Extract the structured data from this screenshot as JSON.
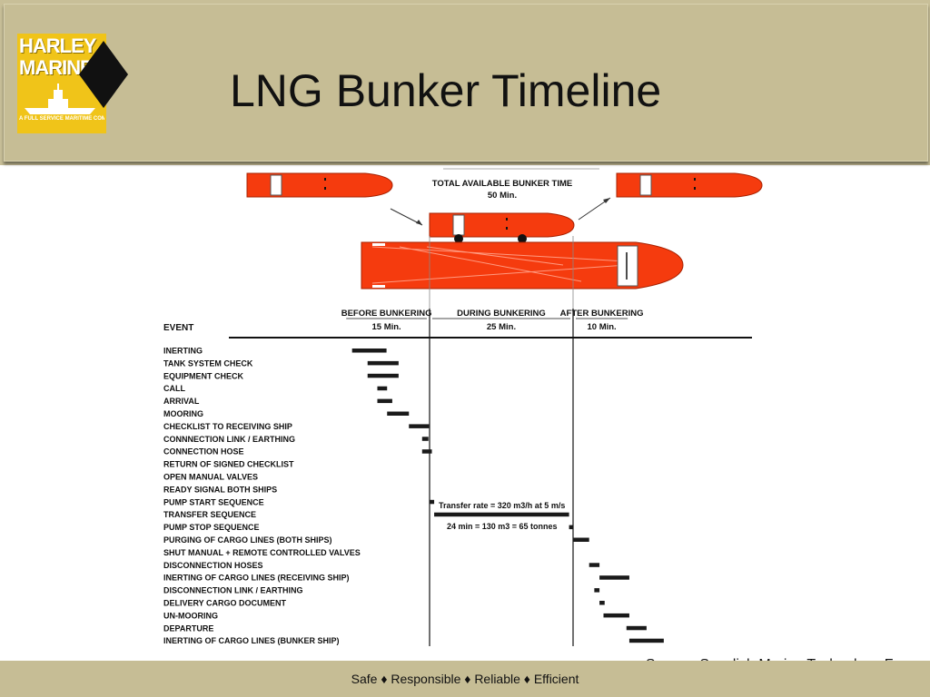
{
  "slide": {
    "title": "LNG Bunker Timeline",
    "source": "Source: Swedish Marine Technology Forum",
    "footer": "Safe ♦ Responsible ♦ Reliable ♦ Efficient"
  },
  "logo": {
    "line1": "HARLEY",
    "line2": "MARINE",
    "tagline": "A FULL SERVICE MARITIME COMPANY",
    "color": "#f0c419"
  },
  "chart_data": {
    "type": "gantt",
    "x_unit": "min",
    "xlim": [
      -20,
      39
    ],
    "header": {
      "event_label": "EVENT",
      "total_label": "TOTAL AVAILABLE BUNKER TIME",
      "total_value": "50 Min."
    },
    "phases": [
      {
        "name": "BEFORE BUNKERING",
        "duration_label": "15 Min.",
        "start": 0,
        "end": 15
      },
      {
        "name": "DURING BUNKERING",
        "duration_label": "25 Min.",
        "start": 15,
        "end": 40
      },
      {
        "name": "AFTER BUNKERING",
        "duration_label": "10 Min.",
        "start": 40,
        "end": 50
      }
    ],
    "events": [
      {
        "label": "INERTING",
        "start": 1.5,
        "end": 7.5
      },
      {
        "label": "TANK SYSTEM CHECK",
        "start": 4.2,
        "end": 9.6
      },
      {
        "label": "EQUIPMENT CHECK",
        "start": 4.2,
        "end": 9.6
      },
      {
        "label": "CALL",
        "start": 5.9,
        "end": 7.6
      },
      {
        "label": "ARRIVAL",
        "start": 5.9,
        "end": 8.5
      },
      {
        "label": "MOORING",
        "start": 7.6,
        "end": 11.4
      },
      {
        "label": "CHECKLIST TO RECEIVING SHIP",
        "start": 11.4,
        "end": 14.9
      },
      {
        "label": "CONNNECTION LINK / EARTHING",
        "start": 13.7,
        "end": 14.8
      },
      {
        "label": "CONNECTION HOSE",
        "start": 13.7,
        "end": 15.4
      },
      {
        "label": "RETURN OF SIGNED CHECKLIST",
        "start": null,
        "end": null
      },
      {
        "label": "OPEN MANUAL VALVES",
        "start": null,
        "end": null
      },
      {
        "label": "READY SIGNAL BOTH SHIPS",
        "start": null,
        "end": null
      },
      {
        "label": "PUMP START SEQUENCE",
        "start": 15.0,
        "end": 15.8
      },
      {
        "label": "TRANSFER SEQUENCE",
        "start": 15.8,
        "end": 39.3
      },
      {
        "label": "PUMP STOP SEQUENCE",
        "start": 39.3,
        "end": 40.0
      },
      {
        "label": "PURGING OF CARGO LINES (BOTH SHIPS)",
        "start": 40.0,
        "end": 42.8
      },
      {
        "label": "SHUT MANUAL + REMOTE CONTROLLED VALVES",
        "start": null,
        "end": null
      },
      {
        "label": "DISCONNECTION HOSES",
        "start": 42.8,
        "end": 44.6
      },
      {
        "label": "INERTING OF CARGO LINES (RECEIVING SHIP)",
        "start": 44.6,
        "end": 49.8
      },
      {
        "label": "DISCONNECTION LINK / EARTHING",
        "start": 43.7,
        "end": 44.6
      },
      {
        "label": "DELIVERY CARGO DOCUMENT",
        "start": 44.6,
        "end": 45.5
      },
      {
        "label": "UN-MOORING",
        "start": 45.3,
        "end": 49.8
      },
      {
        "label": "DEPARTURE",
        "start": 49.3,
        "end": 52.8
      },
      {
        "label": "INERTING OF CARGO LINES (BUNKER SHIP)",
        "start": 49.8,
        "end": 55.8
      }
    ],
    "annotations": {
      "transfer_rate": "Transfer rate = 320 m3/h at 5 m/s",
      "transfer_total": "24 min = 130 m3 = 65 tonnes"
    }
  }
}
